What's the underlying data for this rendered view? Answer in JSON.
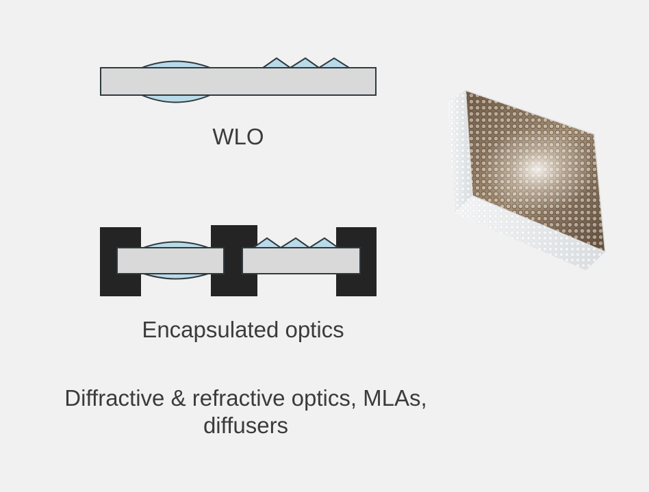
{
  "labels": {
    "wlo": "WLO",
    "encapsulated": "Encapsulated optics",
    "description_line1": "Diffractive & refractive optics, MLAs,",
    "description_line2": "diffusers"
  },
  "colors": {
    "background": "#f1f1f1",
    "substrate": "#d9d9d9",
    "lens": "#b9dae8",
    "outline": "#2f3a3f",
    "housing": "#242424",
    "text": "#3b3b3b"
  },
  "icons": {
    "photo": "microlens-array-cube-photo"
  }
}
